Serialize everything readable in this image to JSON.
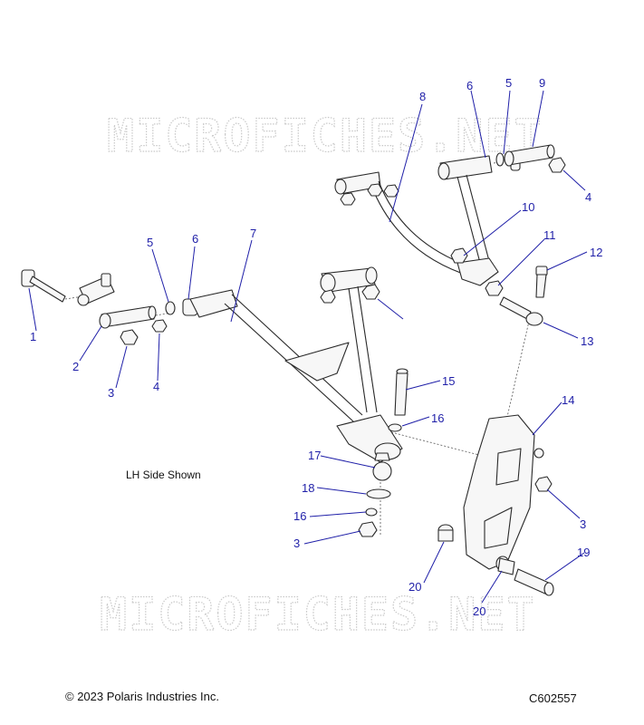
{
  "watermark": "MICROFICHES.NET",
  "note": "LH Side Shown",
  "copyright": "© 2023 Polaris Industries Inc.",
  "figure_id": "C602557",
  "callouts": [
    "1",
    "2",
    "3",
    "4",
    "5",
    "6",
    "7",
    "8",
    "9",
    "4",
    "5",
    "6",
    "10",
    "11",
    "12",
    "13",
    "14",
    "15",
    "16",
    "17",
    "18",
    "16",
    "3",
    "3",
    "19",
    "20",
    "20"
  ],
  "colors": {
    "callout": "#1f1fa8",
    "linework": "#2a2a2a",
    "watermark": "#c9c9c9"
  }
}
